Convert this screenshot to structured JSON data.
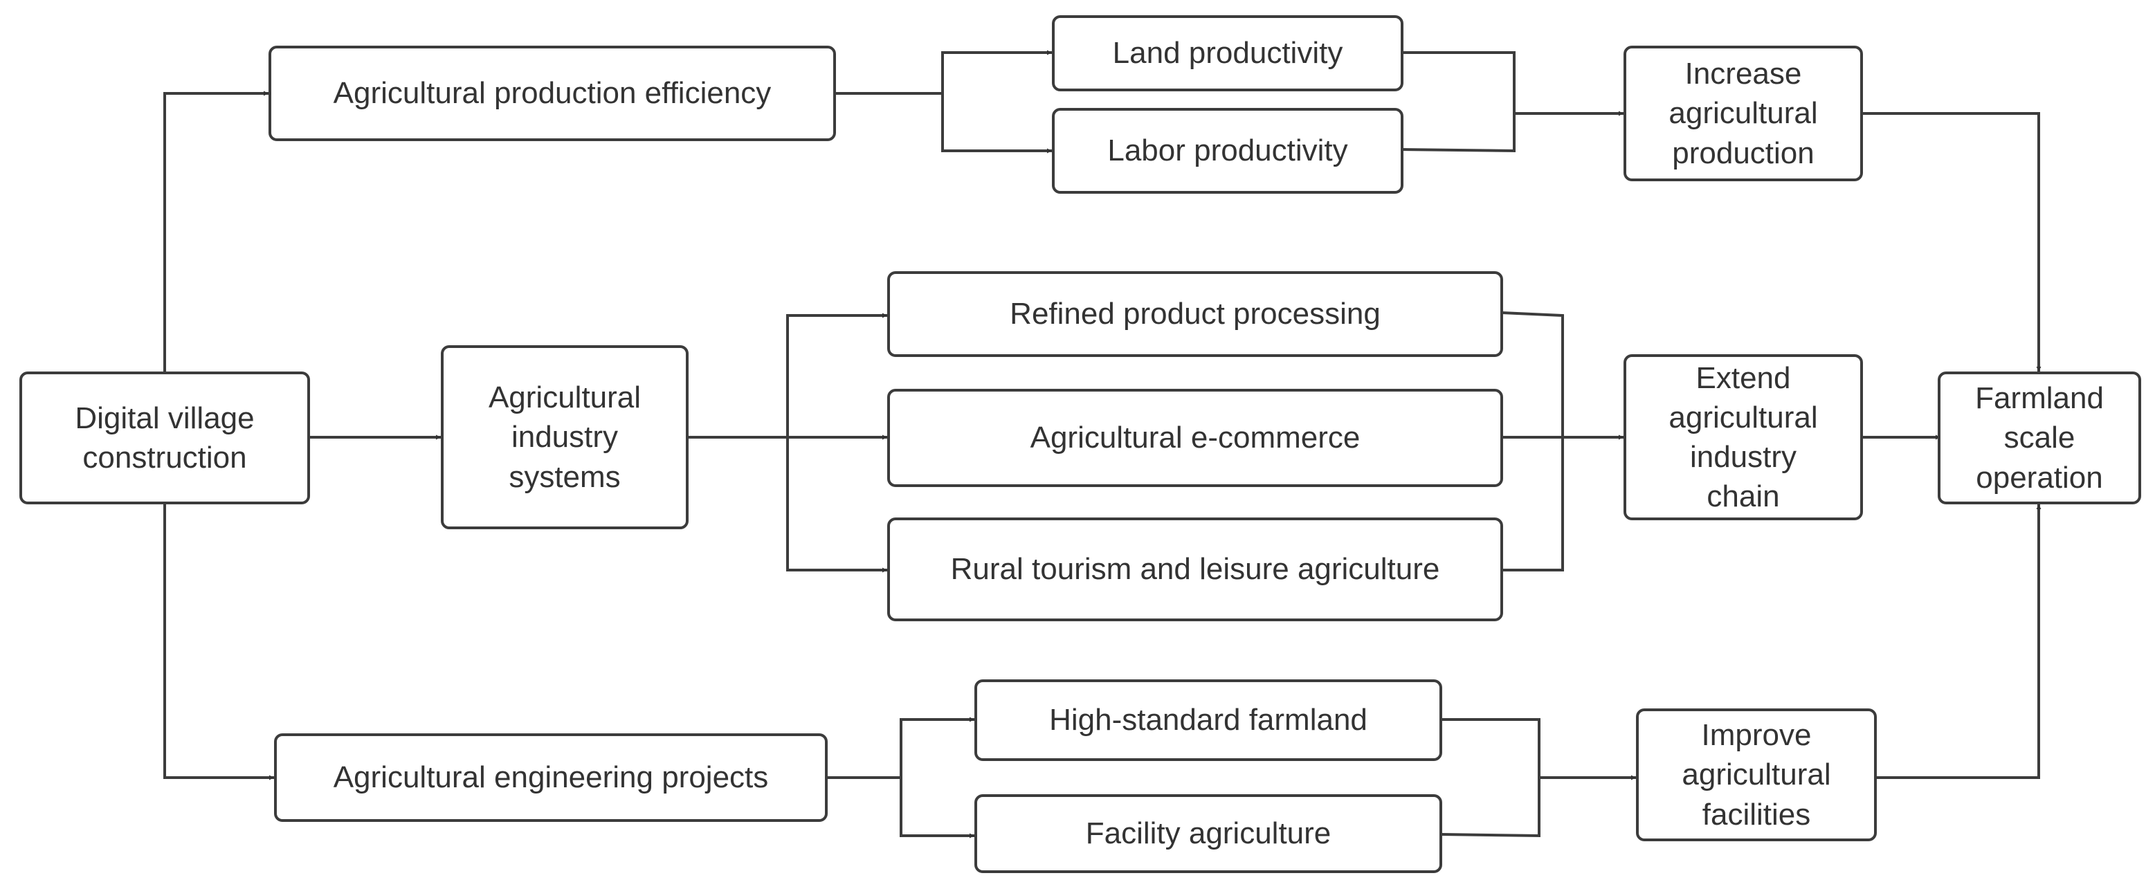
{
  "diagram": {
    "nodes": {
      "digital_village": "Digital village\nconstruction",
      "prod_efficiency": "Agricultural production efficiency",
      "industry_systems": "Agricultural\nindustry\nsystems",
      "engineering_projects": "Agricultural engineering projects",
      "land_productivity": "Land productivity",
      "labor_productivity": "Labor productivity",
      "refined_processing": "Refined product processing",
      "ecommerce": "Agricultural e-commerce",
      "rural_tourism": "Rural tourism and leisure agriculture",
      "high_standard_farmland": "High-standard farmland",
      "facility_agriculture": "Facility agriculture",
      "increase_production": "Increase\nagricultural\nproduction",
      "extend_chain": "Extend\nagricultural\nindustry\nchain",
      "improve_facilities": "Improve\nagricultural\nfacilities",
      "farmland_scale": "Farmland\nscale\noperation"
    },
    "edges": [
      {
        "from": "digital_village",
        "to": "prod_efficiency"
      },
      {
        "from": "digital_village",
        "to": "industry_systems"
      },
      {
        "from": "digital_village",
        "to": "engineering_projects"
      },
      {
        "from": "prod_efficiency",
        "to": "land_productivity"
      },
      {
        "from": "prod_efficiency",
        "to": "labor_productivity"
      },
      {
        "from": "land_productivity",
        "to": "increase_production"
      },
      {
        "from": "labor_productivity",
        "to": "increase_production"
      },
      {
        "from": "industry_systems",
        "to": "refined_processing"
      },
      {
        "from": "industry_systems",
        "to": "ecommerce"
      },
      {
        "from": "industry_systems",
        "to": "rural_tourism"
      },
      {
        "from": "refined_processing",
        "to": "extend_chain"
      },
      {
        "from": "ecommerce",
        "to": "extend_chain"
      },
      {
        "from": "rural_tourism",
        "to": "extend_chain"
      },
      {
        "from": "engineering_projects",
        "to": "high_standard_farmland"
      },
      {
        "from": "engineering_projects",
        "to": "facility_agriculture"
      },
      {
        "from": "high_standard_farmland",
        "to": "improve_facilities"
      },
      {
        "from": "facility_agriculture",
        "to": "improve_facilities"
      },
      {
        "from": "increase_production",
        "to": "farmland_scale"
      },
      {
        "from": "extend_chain",
        "to": "farmland_scale"
      },
      {
        "from": "improve_facilities",
        "to": "farmland_scale"
      }
    ]
  },
  "colors": {
    "line": "#3c3c3c",
    "text": "#333333",
    "background": "#ffffff"
  }
}
